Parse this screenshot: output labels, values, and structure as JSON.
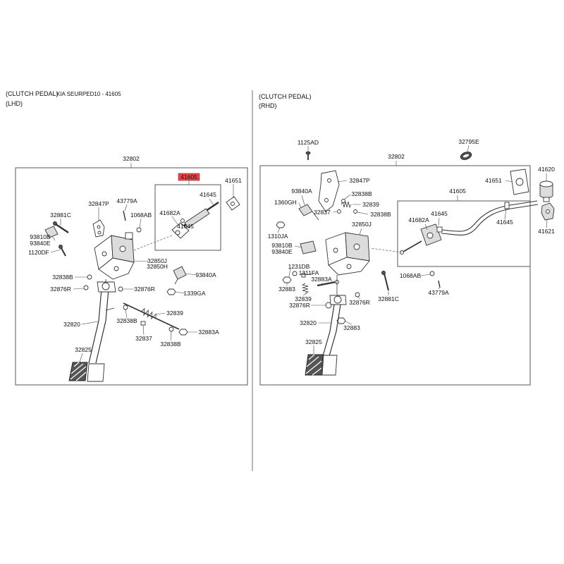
{
  "header": {
    "lhd_title": "(CLUTCH PEDAL)",
    "lhd_subtitle": "(LHD)",
    "catalog_ref": "KIA SEURPED10 - 41605",
    "rhd_title": "(CLUTCH PEDAL)",
    "rhd_subtitle": "(RHD)"
  },
  "colors": {
    "highlight": "#e8464a"
  },
  "lhd": {
    "assembly": "32802",
    "selected_part": "41605",
    "labels": [
      "41651",
      "41645",
      "32847P",
      "43779A",
      "41682A",
      "32881C",
      "1068AB",
      "41645",
      "93810B",
      "93840E",
      "1120DF",
      "32850J",
      "32850H",
      "93840A",
      "32838B",
      "32876R",
      "32876R",
      "1339GA",
      "32839",
      "32838B",
      "32820",
      "32883A",
      "32837",
      "32838B",
      "32825"
    ]
  },
  "rhd": {
    "assembly": "32802",
    "part_group": "41605",
    "labels": [
      "1125AD",
      "32795E",
      "41620",
      "32847P",
      "41651",
      "93840A",
      "32838B",
      "1360GH",
      "32839",
      "32837",
      "32838B",
      "41645",
      "41682A",
      "41645",
      "32850J",
      "41621",
      "1310JA",
      "93810B",
      "93840E",
      "1231DB",
      "1311FA",
      "1068AB",
      "32883A",
      "32883",
      "43779A",
      "32839",
      "32881C",
      "32876R",
      "32876R",
      "32820",
      "32883",
      "32825"
    ]
  }
}
